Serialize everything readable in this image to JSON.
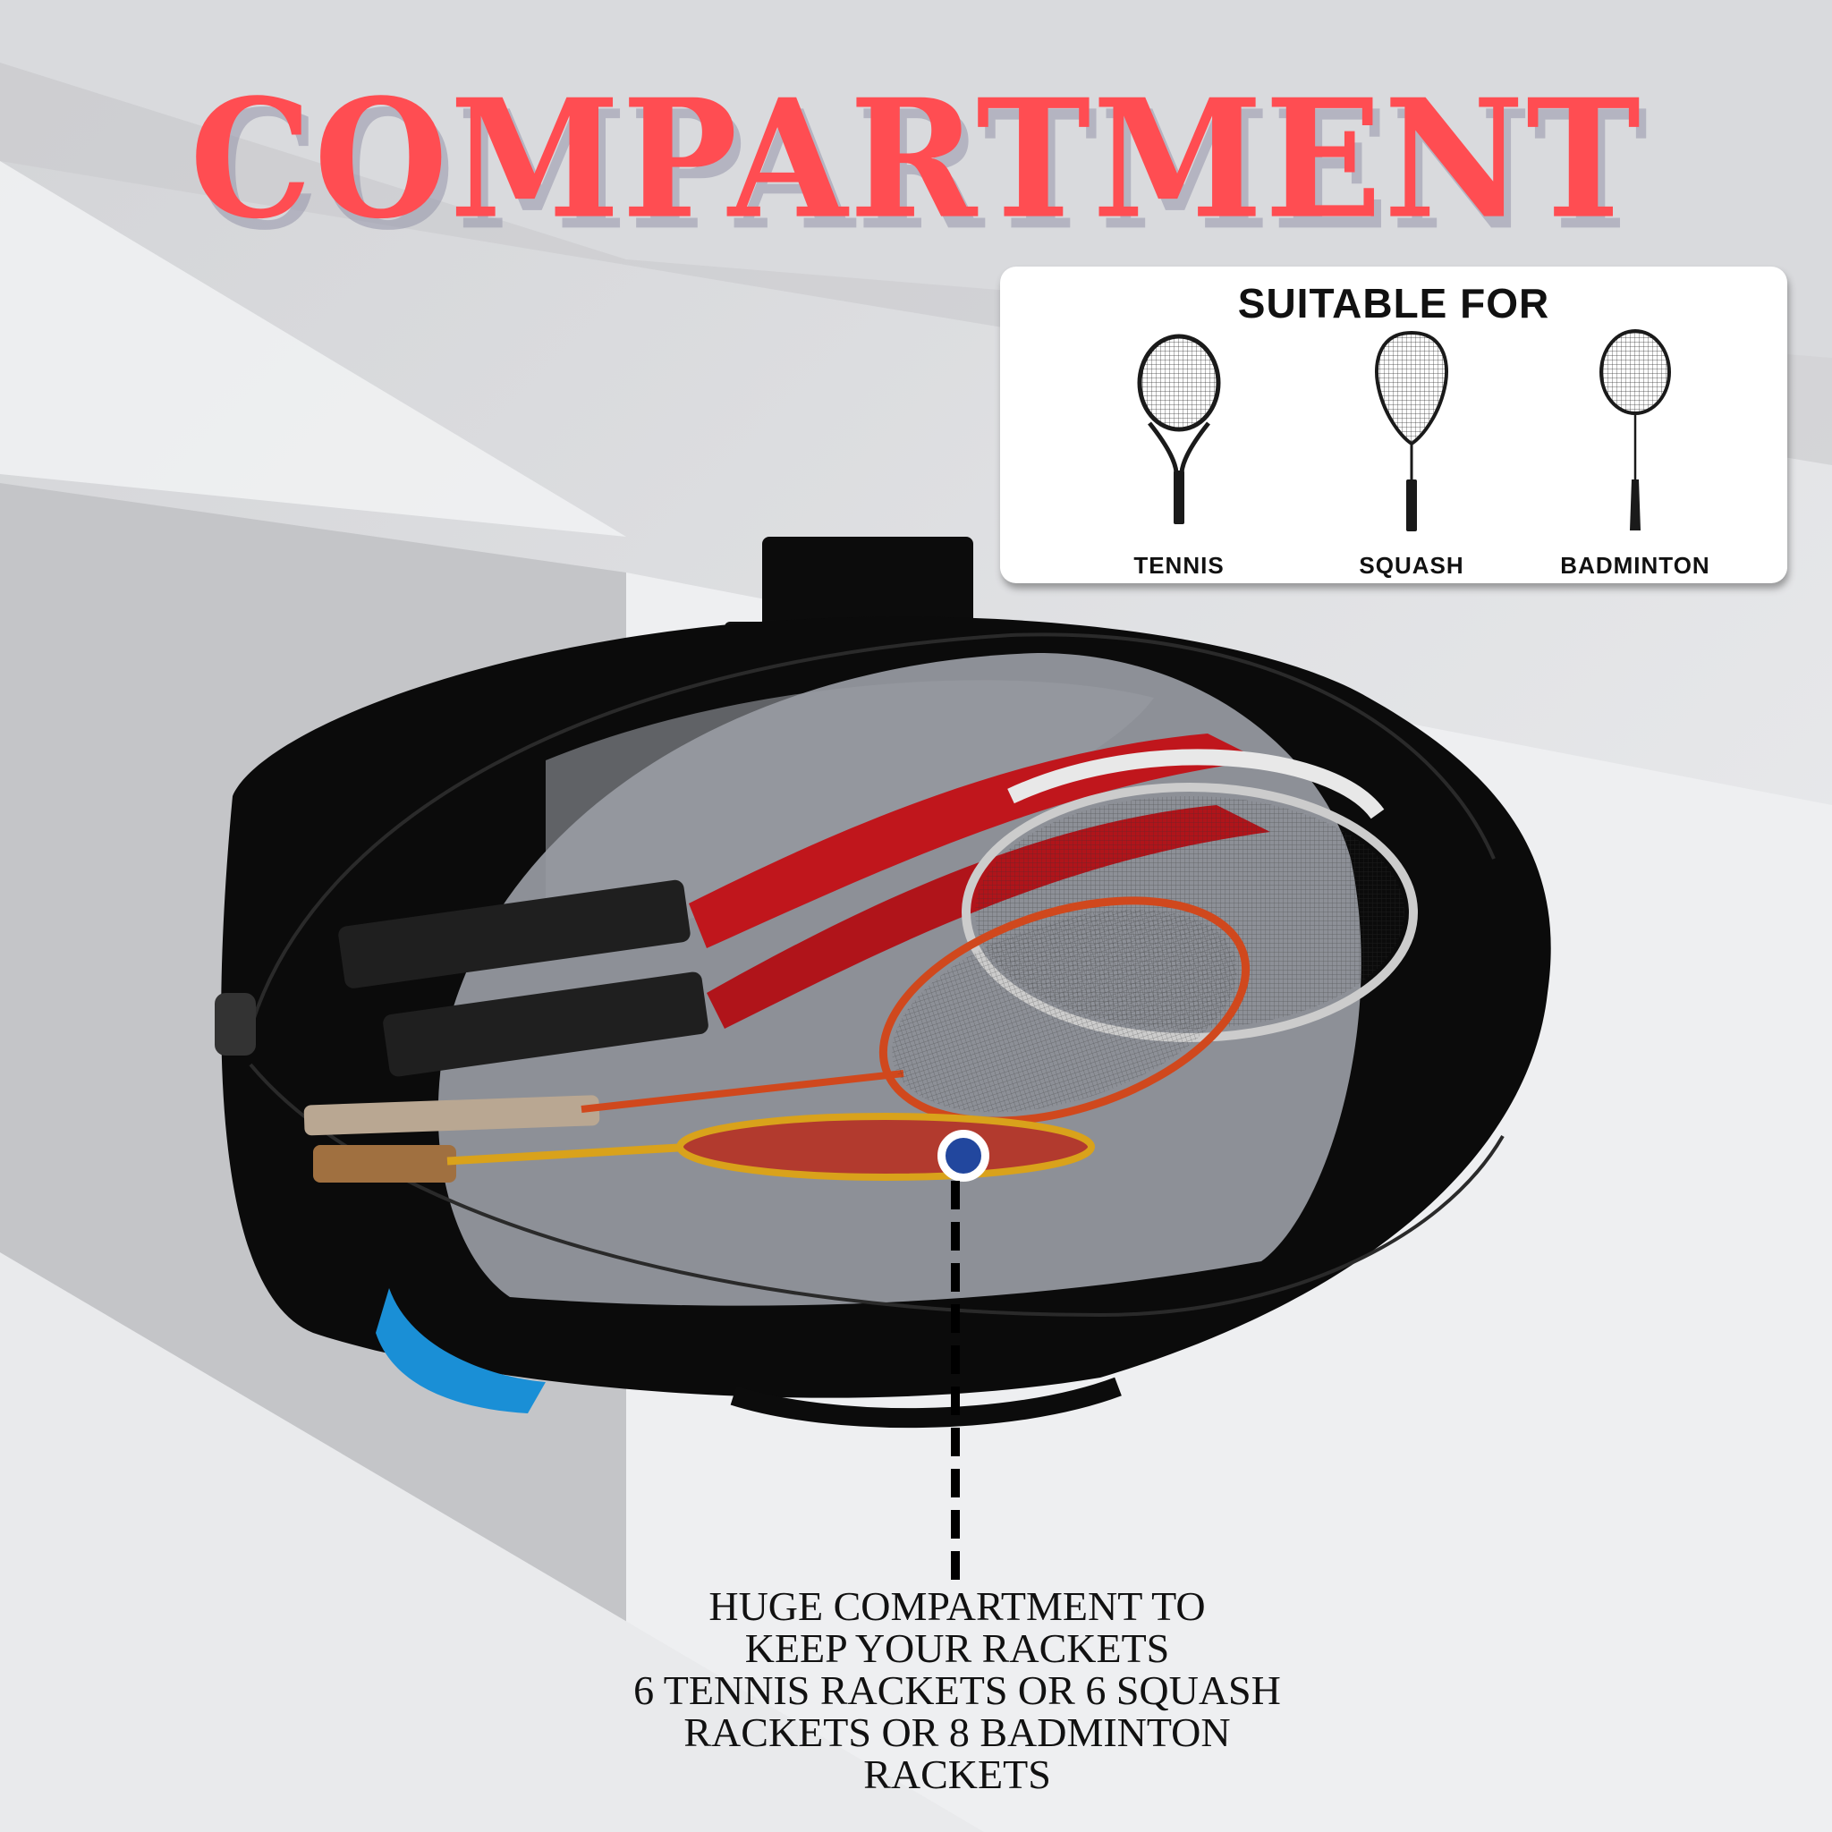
{
  "headline": {
    "text": "COMPARTMENT",
    "color": "#ff4d52"
  },
  "suitable_card": {
    "title": "SUITABLE FOR",
    "sports": [
      {
        "label": "TENNIS",
        "icon": "tennis-racket-icon"
      },
      {
        "label": "SQUASH",
        "icon": "squash-racket-icon"
      },
      {
        "label": "BADMINTON",
        "icon": "badminton-racket-icon"
      }
    ]
  },
  "product": {
    "image": "open-racket-bag-photo",
    "contents": [
      "tennis rackets",
      "badminton rackets"
    ],
    "bag_color": "#0b0b0b",
    "lining_color": "#8d9097",
    "accent_color": "#1a8fd6"
  },
  "callout": {
    "marker_color": "#22479e",
    "lines": [
      "HUGE COMPARTMENT TO",
      "KEEP YOUR RACKETS",
      "6 TENNIS RACKETS OR 6 SQUASH",
      "RACKETS OR 8 BADMINTON",
      "RACKETS"
    ]
  }
}
